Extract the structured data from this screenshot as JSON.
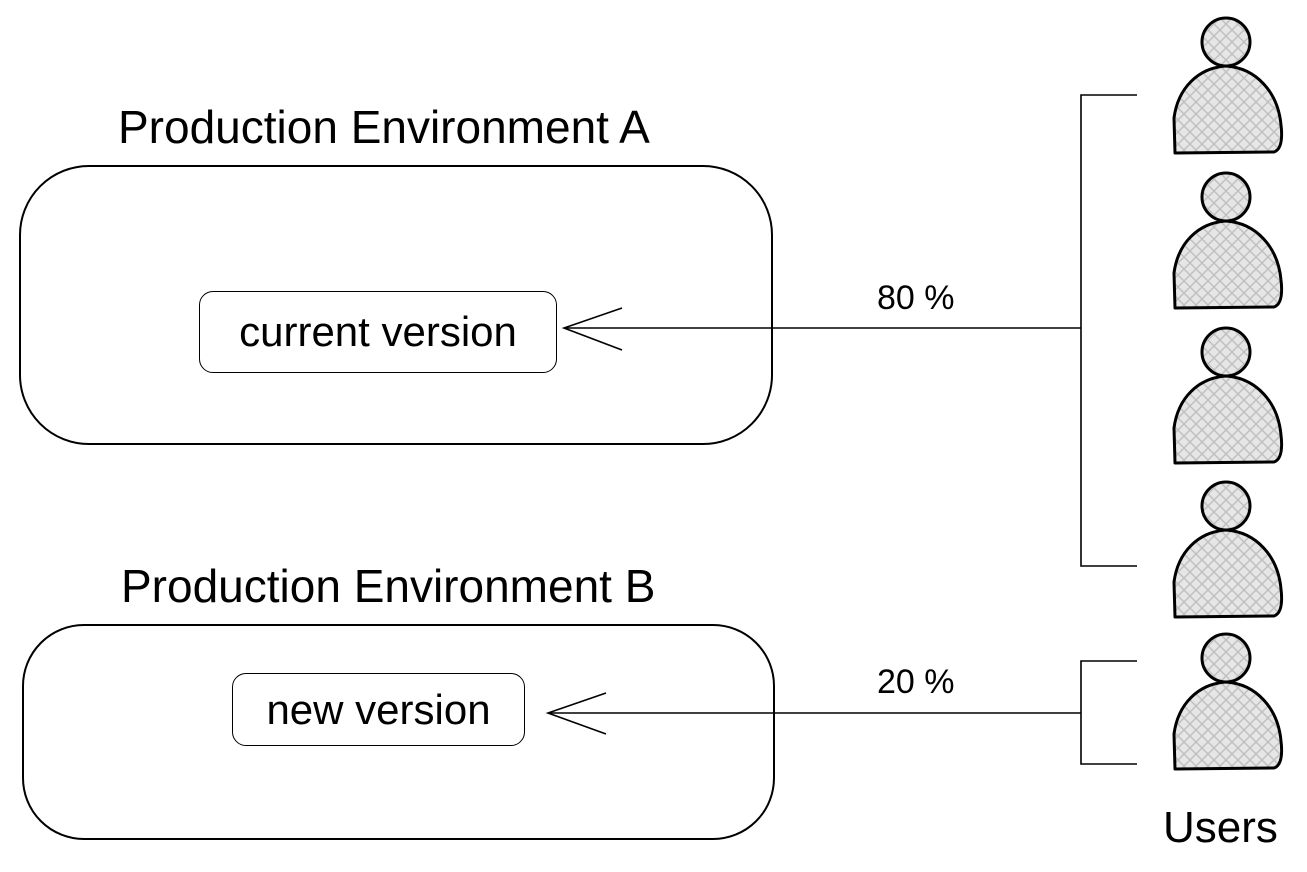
{
  "environments": [
    {
      "title": "Production Environment A",
      "version_label": "current version",
      "traffic_label": "80 %"
    },
    {
      "title": "Production Environment B",
      "version_label": "new version",
      "traffic_label": "20 %"
    }
  ],
  "users": {
    "label": "Users",
    "icon": "user-icon",
    "count": 5,
    "groups": [
      {
        "users": 4,
        "target": "Production Environment A"
      },
      {
        "users": 1,
        "target": "Production Environment B"
      }
    ]
  },
  "colors": {
    "stroke": "#000000",
    "background": "#ffffff",
    "user_fill": "#e6e6e6",
    "hatch": "#bfbfbf"
  }
}
